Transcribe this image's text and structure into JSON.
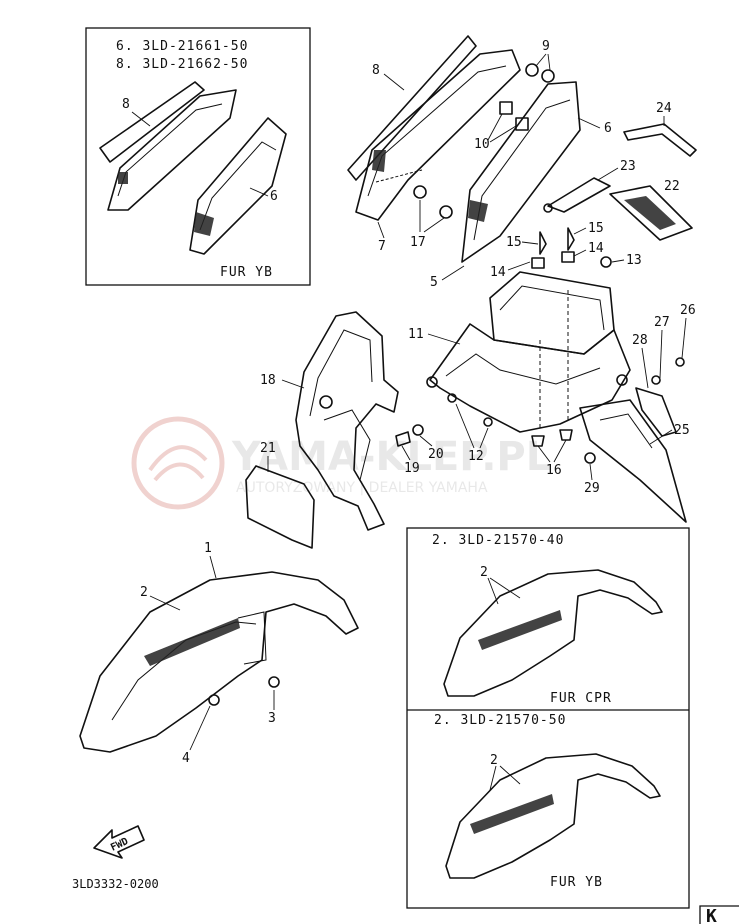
{
  "inset_top": {
    "line1": "6. 3LD-21661-50",
    "line2": "8. 3LD-21662-50",
    "variant": "FUR YB",
    "callouts": [
      "8",
      "6"
    ]
  },
  "inset_cpr": {
    "header": "2. 3LD-21570-40",
    "variant": "FUR CPR",
    "callout": "2"
  },
  "inset_yb": {
    "header": "2. 3LD-21570-50",
    "variant": "FUR YB",
    "callout": "2"
  },
  "callouts": {
    "c8": "8",
    "c9": "9",
    "c24": "24",
    "c6": "6",
    "c10": "10",
    "c23": "23",
    "c22": "22",
    "c7": "7",
    "c17": "17",
    "c15a": "15",
    "c15b": "15",
    "c14a": "14",
    "c14b": "14",
    "c13": "13",
    "c5": "5",
    "c11": "11",
    "c26": "26",
    "c27": "27",
    "c28": "28",
    "c18": "18",
    "c12": "12",
    "c16": "16",
    "c20": "20",
    "c19": "19",
    "c21": "21",
    "c25": "25",
    "c29": "29",
    "c1": "1",
    "c2": "2",
    "c3": "3",
    "c4": "4"
  },
  "fwd_label": "FWD",
  "drawing_number": "3LD3332-0200",
  "corner_mark": "K",
  "watermark": {
    "brand": "YAMA-KLEP.PL",
    "tagline": "AUTORYZOWANY | DEALER YAMAHA"
  }
}
